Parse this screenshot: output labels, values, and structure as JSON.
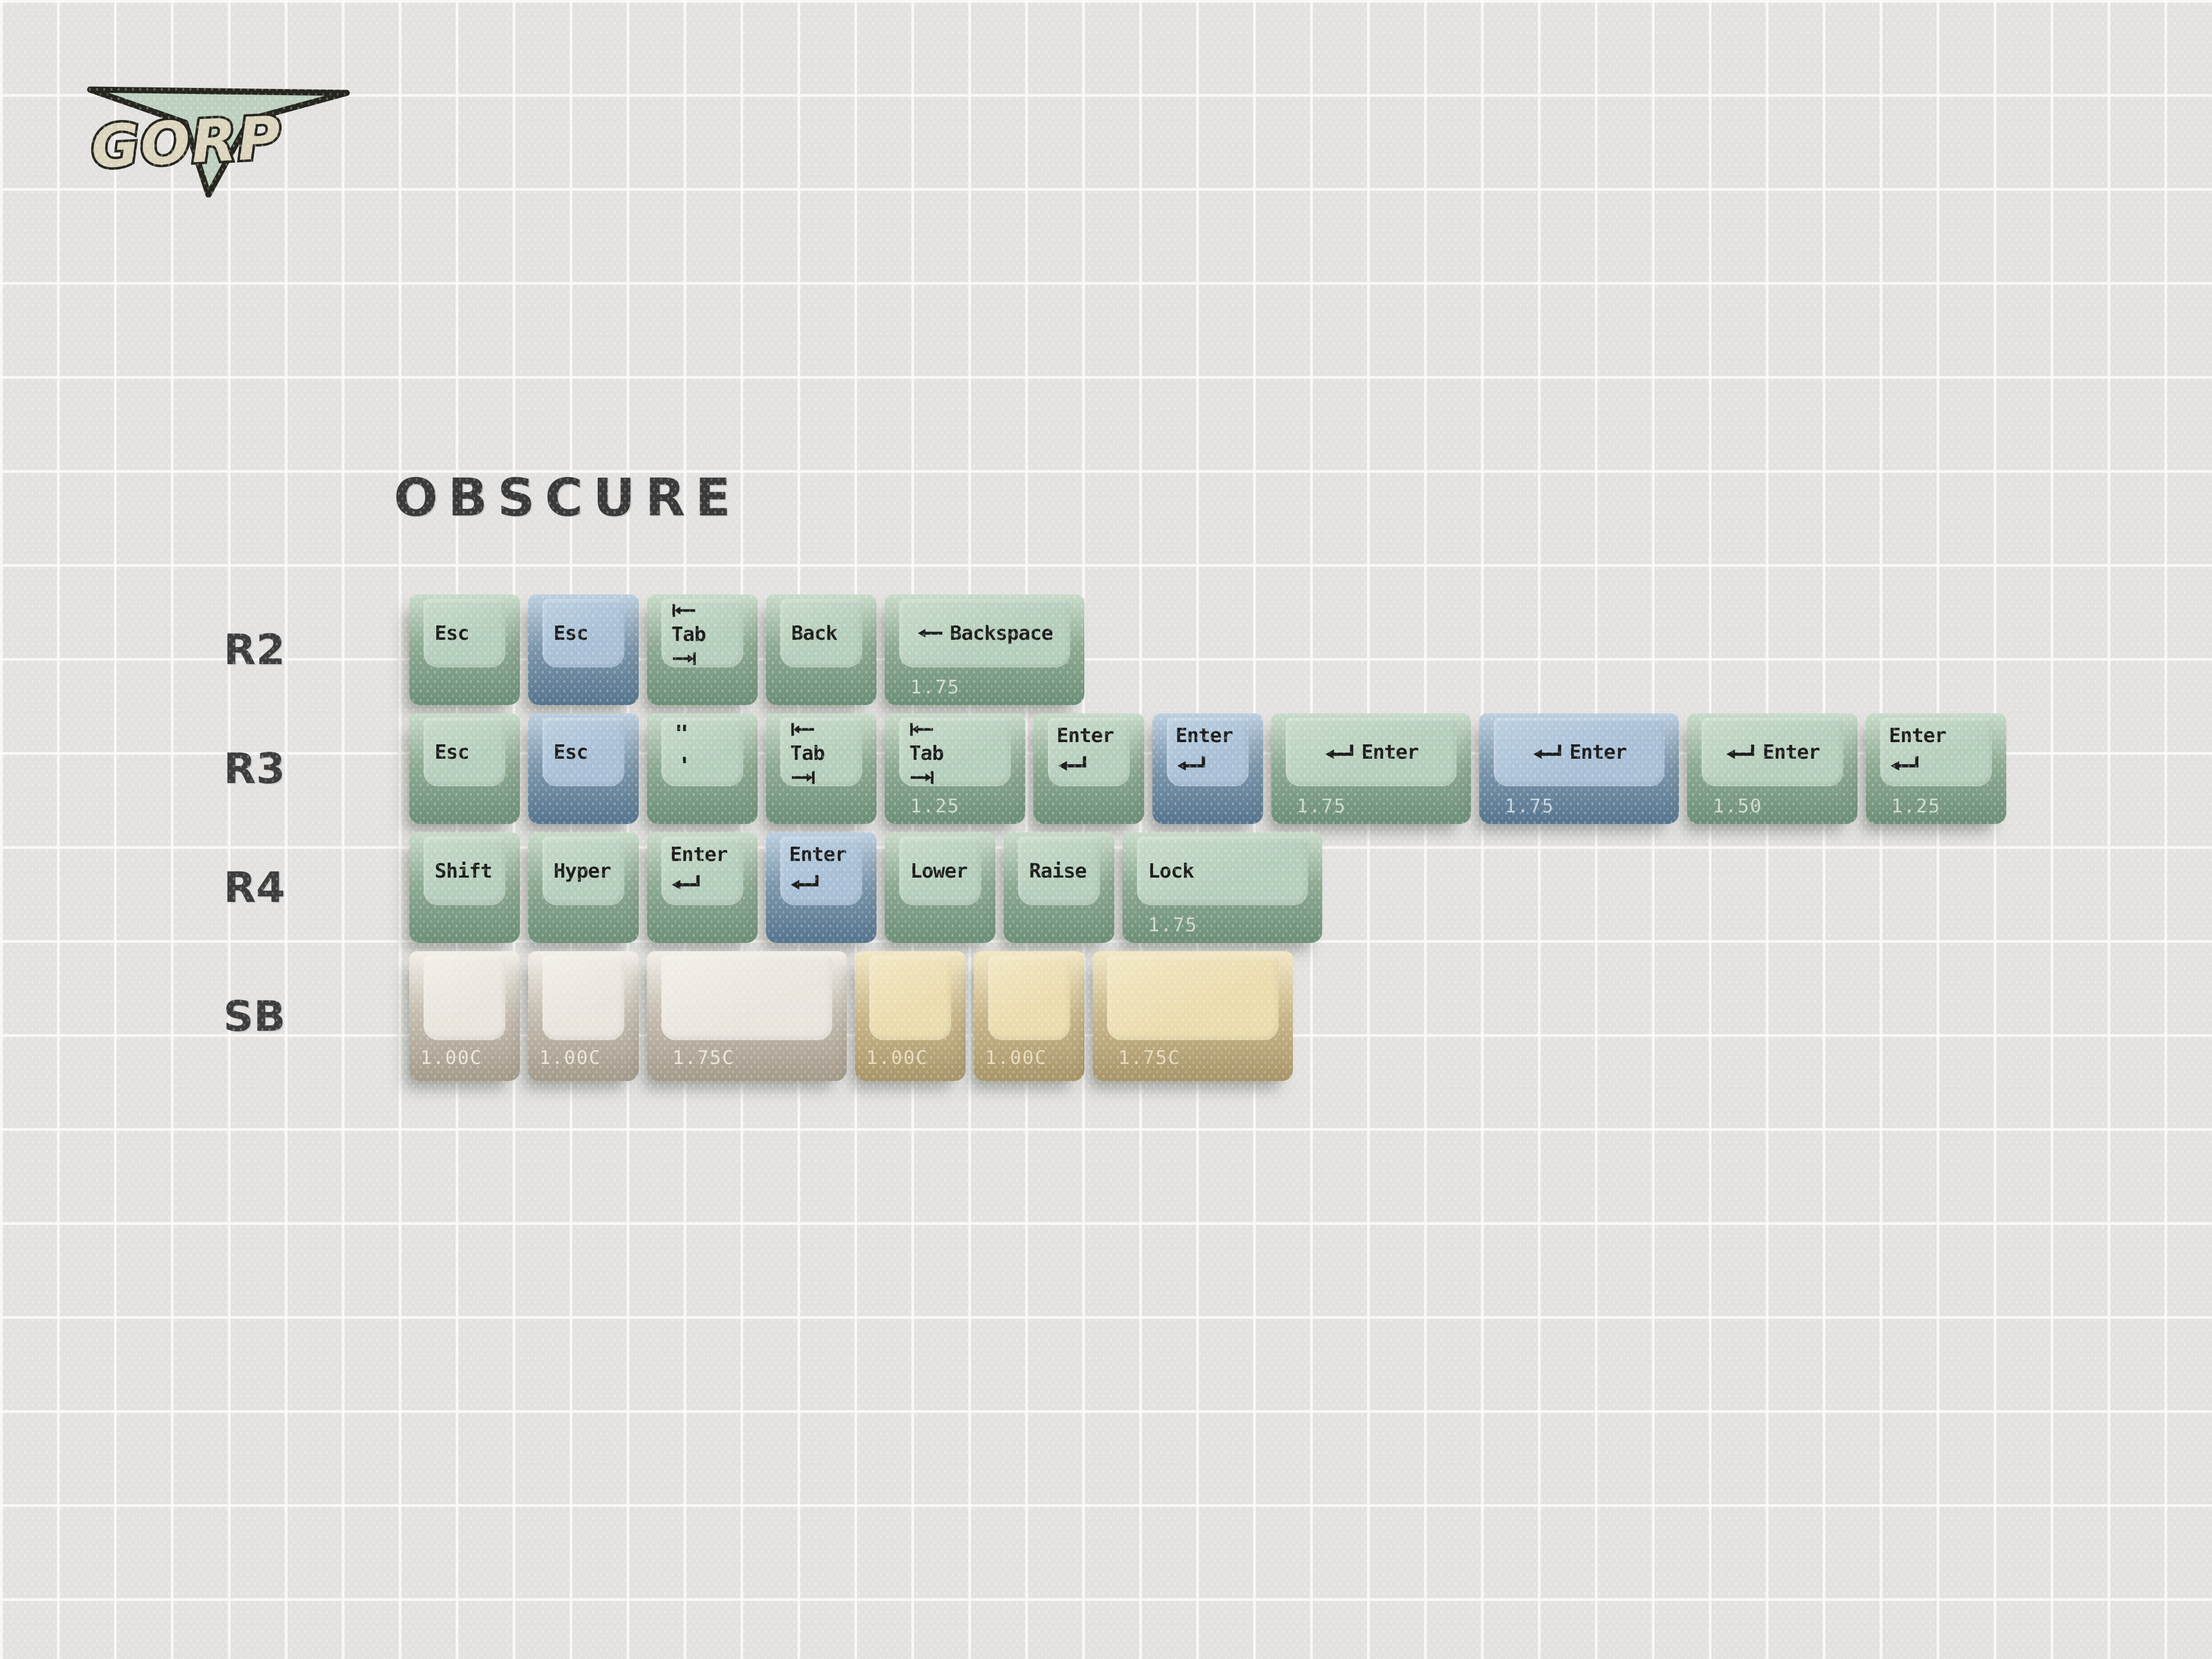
{
  "logo": {
    "text": "GORP",
    "patch_fill": "#bdd0bf",
    "outline": "#26261f",
    "text_fill": "#dcd5bd"
  },
  "title": {
    "text": "OBSCURE",
    "color": "#3a3a3a"
  },
  "legend_color": "#1d1e1d",
  "background": {
    "base": "#e3e2e0",
    "grid_line": "#f7f6f4"
  },
  "palette": {
    "green": {
      "face": "#b6cebc",
      "face_hi": "#c8dbc9",
      "side": "#8fab94",
      "side_dark": "#6d8f78",
      "label": "#d9e1d2"
    },
    "blue": {
      "face": "#a9c0d6",
      "face_hi": "#bccfe0",
      "side": "#7f99ae",
      "side_dark": "#56758e",
      "label": "#d4dde3"
    },
    "cream": {
      "face": "#e9e5dd",
      "face_hi": "#f2efe8",
      "side": "#c7bfb2",
      "side_dark": "#a49b8b",
      "label": "#f0ece2"
    },
    "tan": {
      "face": "#ebdcae",
      "face_hi": "#f2e7c4",
      "side": "#ccba8e",
      "side_dark": "#a9956a",
      "label": "#ece1c3"
    }
  },
  "rows": [
    {
      "label": "R2",
      "keys": [
        {
          "type": "text",
          "legend": "Esc",
          "color": "green",
          "w": 1
        },
        {
          "type": "text",
          "legend": "Esc",
          "color": "blue",
          "w": 1
        },
        {
          "type": "tab",
          "legend": "Tab",
          "color": "green",
          "w": 1
        },
        {
          "type": "text",
          "legend": "Back",
          "color": "green",
          "w": 1
        },
        {
          "type": "backspace",
          "legend": "Backspace",
          "color": "green",
          "w": 1.75,
          "front": "1.75"
        }
      ]
    },
    {
      "label": "R3",
      "keys": [
        {
          "type": "text",
          "legend": "Esc",
          "color": "green",
          "w": 1
        },
        {
          "type": "text",
          "legend": "Esc",
          "color": "blue",
          "w": 1
        },
        {
          "type": "quote",
          "legend_top": "\"",
          "legend_bottom": "'",
          "color": "green",
          "w": 1
        },
        {
          "type": "tab",
          "legend": "Tab",
          "color": "green",
          "w": 1
        },
        {
          "type": "tab",
          "legend": "Tab",
          "color": "green",
          "w": 1.25,
          "front": "1.25"
        },
        {
          "type": "enter-v",
          "legend": "Enter",
          "color": "green",
          "w": 1
        },
        {
          "type": "enter-v",
          "legend": "Enter",
          "color": "blue",
          "w": 1
        },
        {
          "type": "enter-h",
          "legend": "Enter",
          "color": "green",
          "w": 1.75,
          "front": "1.75"
        },
        {
          "type": "enter-h",
          "legend": "Enter",
          "color": "blue",
          "w": 1.75,
          "front": "1.75"
        },
        {
          "type": "enter-h",
          "legend": "Enter",
          "color": "green",
          "w": 1.5,
          "front": "1.50"
        },
        {
          "type": "enter-v",
          "legend": "Enter",
          "color": "green",
          "w": 1.25,
          "front": "1.25"
        }
      ]
    },
    {
      "label": "R4",
      "keys": [
        {
          "type": "text",
          "legend": "Shift",
          "color": "green",
          "w": 1
        },
        {
          "type": "text",
          "legend": "Hyper",
          "color": "green",
          "w": 1
        },
        {
          "type": "enter-v",
          "legend": "Enter",
          "color": "green",
          "w": 1
        },
        {
          "type": "enter-v",
          "legend": "Enter",
          "color": "blue",
          "w": 1
        },
        {
          "type": "text",
          "legend": "Lower",
          "color": "green",
          "w": 1
        },
        {
          "type": "text",
          "legend": "Raise",
          "color": "green",
          "w": 1
        },
        {
          "type": "text",
          "legend": "Lock",
          "color": "green",
          "w": 1.75,
          "front": "1.75"
        }
      ]
    },
    {
      "label": "SB",
      "keys": [
        {
          "type": "blank",
          "color": "cream",
          "w": 1,
          "front": "1.00C"
        },
        {
          "type": "blank",
          "color": "cream",
          "w": 1,
          "front": "1.00C"
        },
        {
          "type": "blank",
          "color": "cream",
          "w": 1.75,
          "front": "1.75C"
        },
        {
          "type": "blank",
          "color": "tan",
          "w": 1,
          "front": "1.00C"
        },
        {
          "type": "blank",
          "color": "tan",
          "w": 1,
          "front": "1.00C"
        },
        {
          "type": "blank",
          "color": "tan",
          "w": 1.75,
          "front": "1.75C"
        }
      ]
    }
  ]
}
